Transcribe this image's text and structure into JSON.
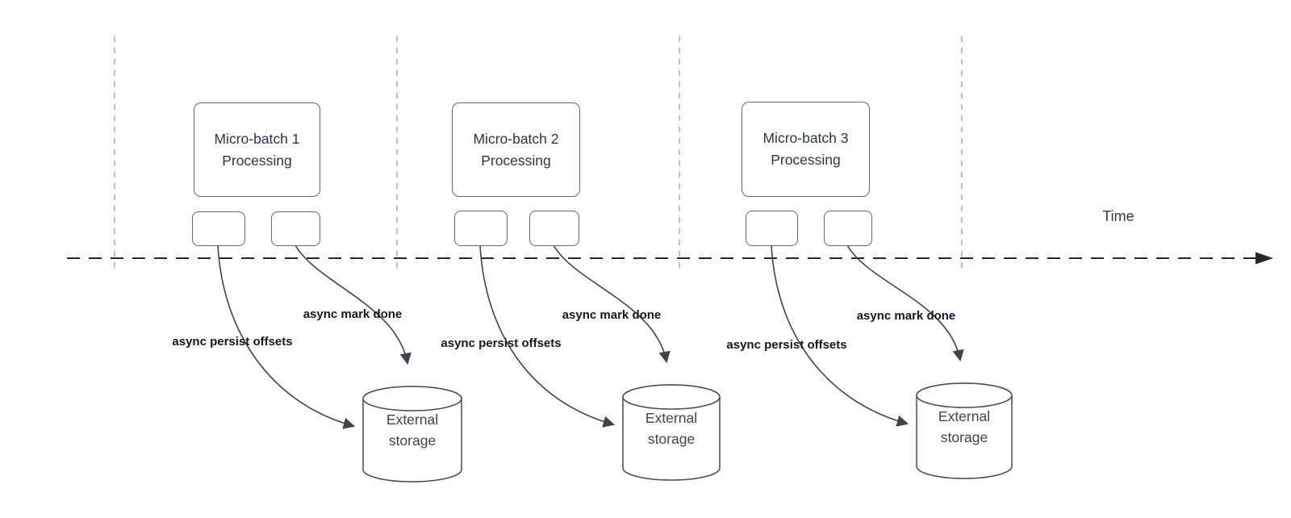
{
  "time_label": "Time",
  "batches": [
    {
      "title_line1": "Micro-batch 1",
      "title_line2": "Processing",
      "persist_label": "async persist offsets",
      "mark_done_label": "async mark done",
      "storage_line1": "External",
      "storage_line2": "storage"
    },
    {
      "title_line1": "Micro-batch 2",
      "title_line2": "Processing",
      "persist_label": "async persist offsets",
      "mark_done_label": "async mark done",
      "storage_line1": "External",
      "storage_line2": "storage"
    },
    {
      "title_line1": "Micro-batch 3",
      "title_line2": "Processing",
      "persist_label": "async persist offsets",
      "mark_done_label": "async mark done",
      "storage_line1": "External",
      "storage_line2": "storage"
    }
  ],
  "colors": {
    "background": "#ffffff",
    "box_border": "#62676d",
    "box_text": "#2c3644",
    "cylinder_stroke": "#454d57",
    "arrow_stroke": "#3d4450",
    "label_text": "#14181f",
    "guide_line": "#a8aaad",
    "axis_line": "#23272e",
    "axis_text": "#333b46",
    "storage_text": "#3c454f"
  }
}
